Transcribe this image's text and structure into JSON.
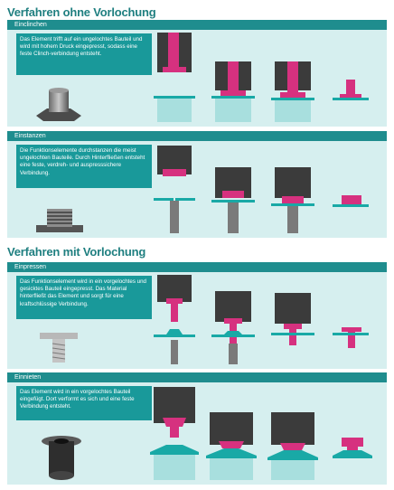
{
  "heading_without": "Verfahren ohne Vorlochung",
  "heading_with": "Verfahren mit Vorlochung",
  "sections": [
    {
      "title": "Einclinchen",
      "text": "Das Element trifft auf ein ungelochtes Bauteil und wird mit hohem Druck eingepresst, sodass eine feste Clinch-verbindung entsteht."
    },
    {
      "title": "Einstanzen",
      "text": "Die Funktionselemente durchstanzen die meist ungelochten Bauteile. Durch Hinterfließen entsteht eine feste, verdreh- und auspresssichere Verbindung."
    },
    {
      "title": "Einpressen",
      "text": "Das Funktionselement wird in ein vorgelochtes und gesicktes Bauteil eingepresst. Das Material hinterfließt das Element und sorgt für eine kraftschlüssige Verbindung."
    },
    {
      "title": "Einnieten",
      "text": "Das Element wird in ein vorgelochtes Bauteil eingefügt. Dort verformt es sich und eine feste Verbindung entsteht."
    }
  ],
  "colors": {
    "heading": "#1f7f80",
    "panel_bg": "#d6efef",
    "title_bar": "#1f8d8e",
    "text_box": "#19999a",
    "element": "#d6317f",
    "sheet": "#19a9a6",
    "die": "#3b3b3b"
  }
}
